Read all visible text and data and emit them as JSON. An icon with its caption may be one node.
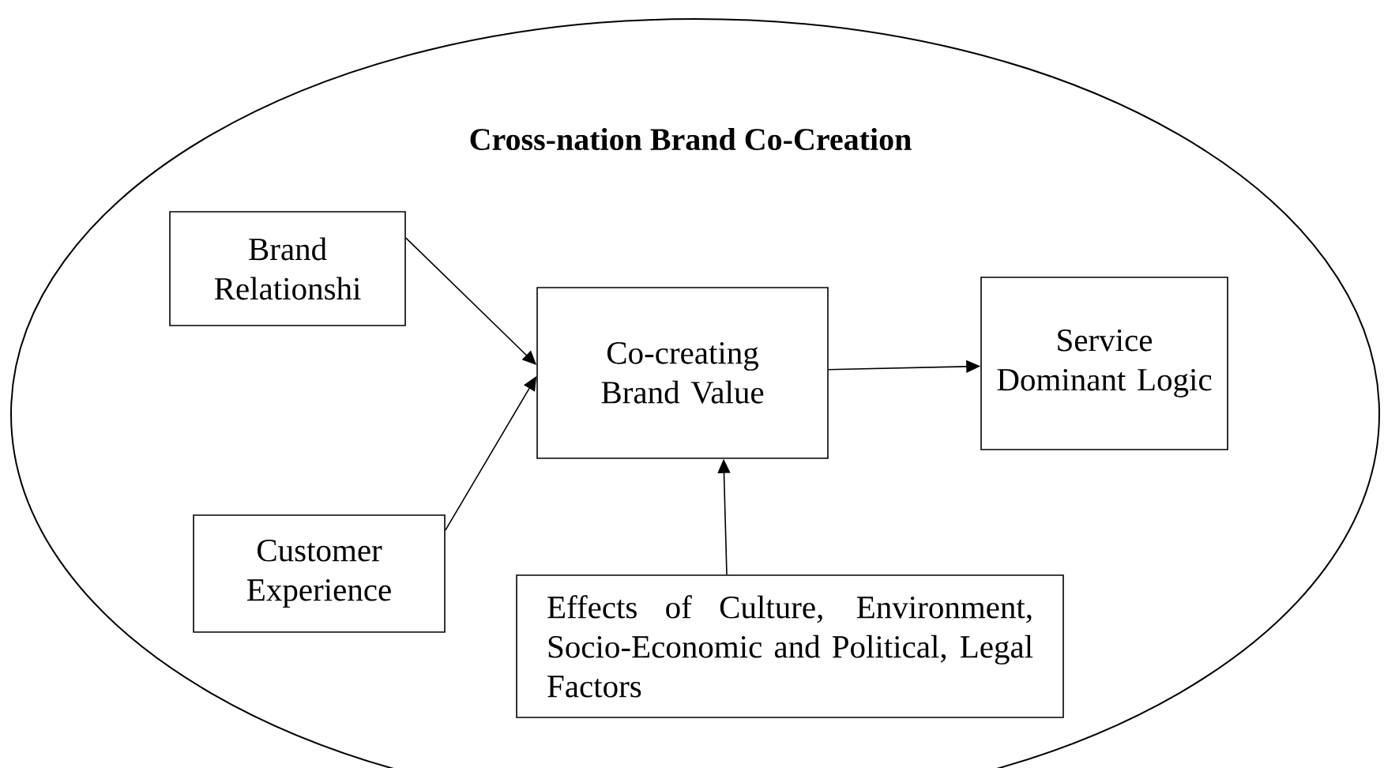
{
  "diagram": {
    "nodes": [
      {
        "text": [
          "Cross-nation Brand Co-Creation"
        ]
      },
      {
        "text": [
          "Brand Relationshi"
        ],
        "in": 0
      },
      {
        "text": [
          "Co-creating Brand Value"
        ],
        "in": 0
      },
      {
        "text": [
          "Service Dominant Logic"
        ],
        "in": 0
      },
      {
        "text": [
          "Customer Experience"
        ],
        "in": 0
      },
      {
        "text": [
          "Effects of Culture, Environment, Socio-Economic and Political, Legal Factors"
        ],
        "in": 0
      }
    ],
    "edges": [
      {
        "from": 1,
        "to": 2,
        "arrow": "to"
      },
      {
        "from": 4,
        "to": 2,
        "arrow": "to"
      },
      {
        "from": 5,
        "to": 2,
        "arrow": "to"
      },
      {
        "from": 2,
        "to": 3,
        "arrow": "to"
      }
    ]
  }
}
